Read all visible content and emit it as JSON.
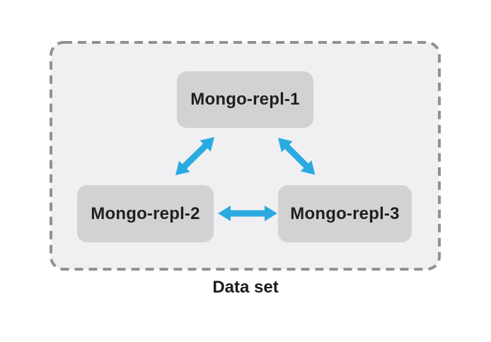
{
  "diagram": {
    "title": "Data set",
    "nodes": [
      {
        "id": "mongo-repl-1",
        "label": "Mongo-repl-1"
      },
      {
        "id": "mongo-repl-2",
        "label": "Mongo-repl-2"
      },
      {
        "id": "mongo-repl-3",
        "label": "Mongo-repl-3"
      }
    ],
    "connections": [
      {
        "from": "Mongo-repl-1",
        "to": "Mongo-repl-2",
        "type": "bidirectional-arrow"
      },
      {
        "from": "Mongo-repl-1",
        "to": "Mongo-repl-3",
        "type": "bidirectional-arrow"
      },
      {
        "from": "Mongo-repl-2",
        "to": "Mongo-repl-3",
        "type": "bidirectional-arrow"
      }
    ],
    "colors": {
      "arrow": "#29abe2",
      "node_fill": "#d2d2d4",
      "group_fill": "#f0f0f2",
      "group_border": "#909194",
      "text": "#1f1f1f"
    }
  }
}
